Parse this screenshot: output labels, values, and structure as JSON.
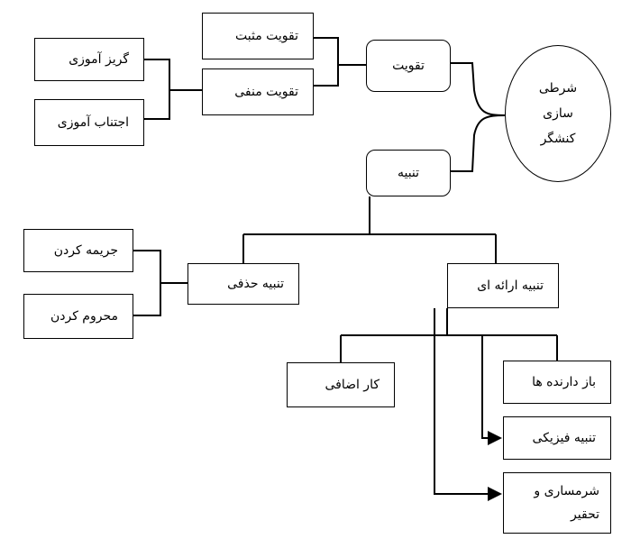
{
  "nodes": {
    "conditioning": "شرطی\nسازی\nکنشگر",
    "reinforcement": "تقویت",
    "positive_reinforcement": "تقویت مثبت",
    "negative_reinforcement": "تقویت منفی",
    "escape_learning": "گریز آموزی",
    "avoidance_learning": "اجتناب آموزی",
    "punishment": "تنبیه",
    "removal_punishment": "تنبیه حذفی",
    "fining": "جریمه کردن",
    "deprivation": "محروم کردن",
    "presentation_punishment": "تنبیه ارائه ای",
    "extra_work": "کار اضافی",
    "reprimanding": "باز دارنده ها",
    "physical_punishment": "تنبیه فیزیکی",
    "shaming": "شرمساری و\nتحقیر"
  }
}
